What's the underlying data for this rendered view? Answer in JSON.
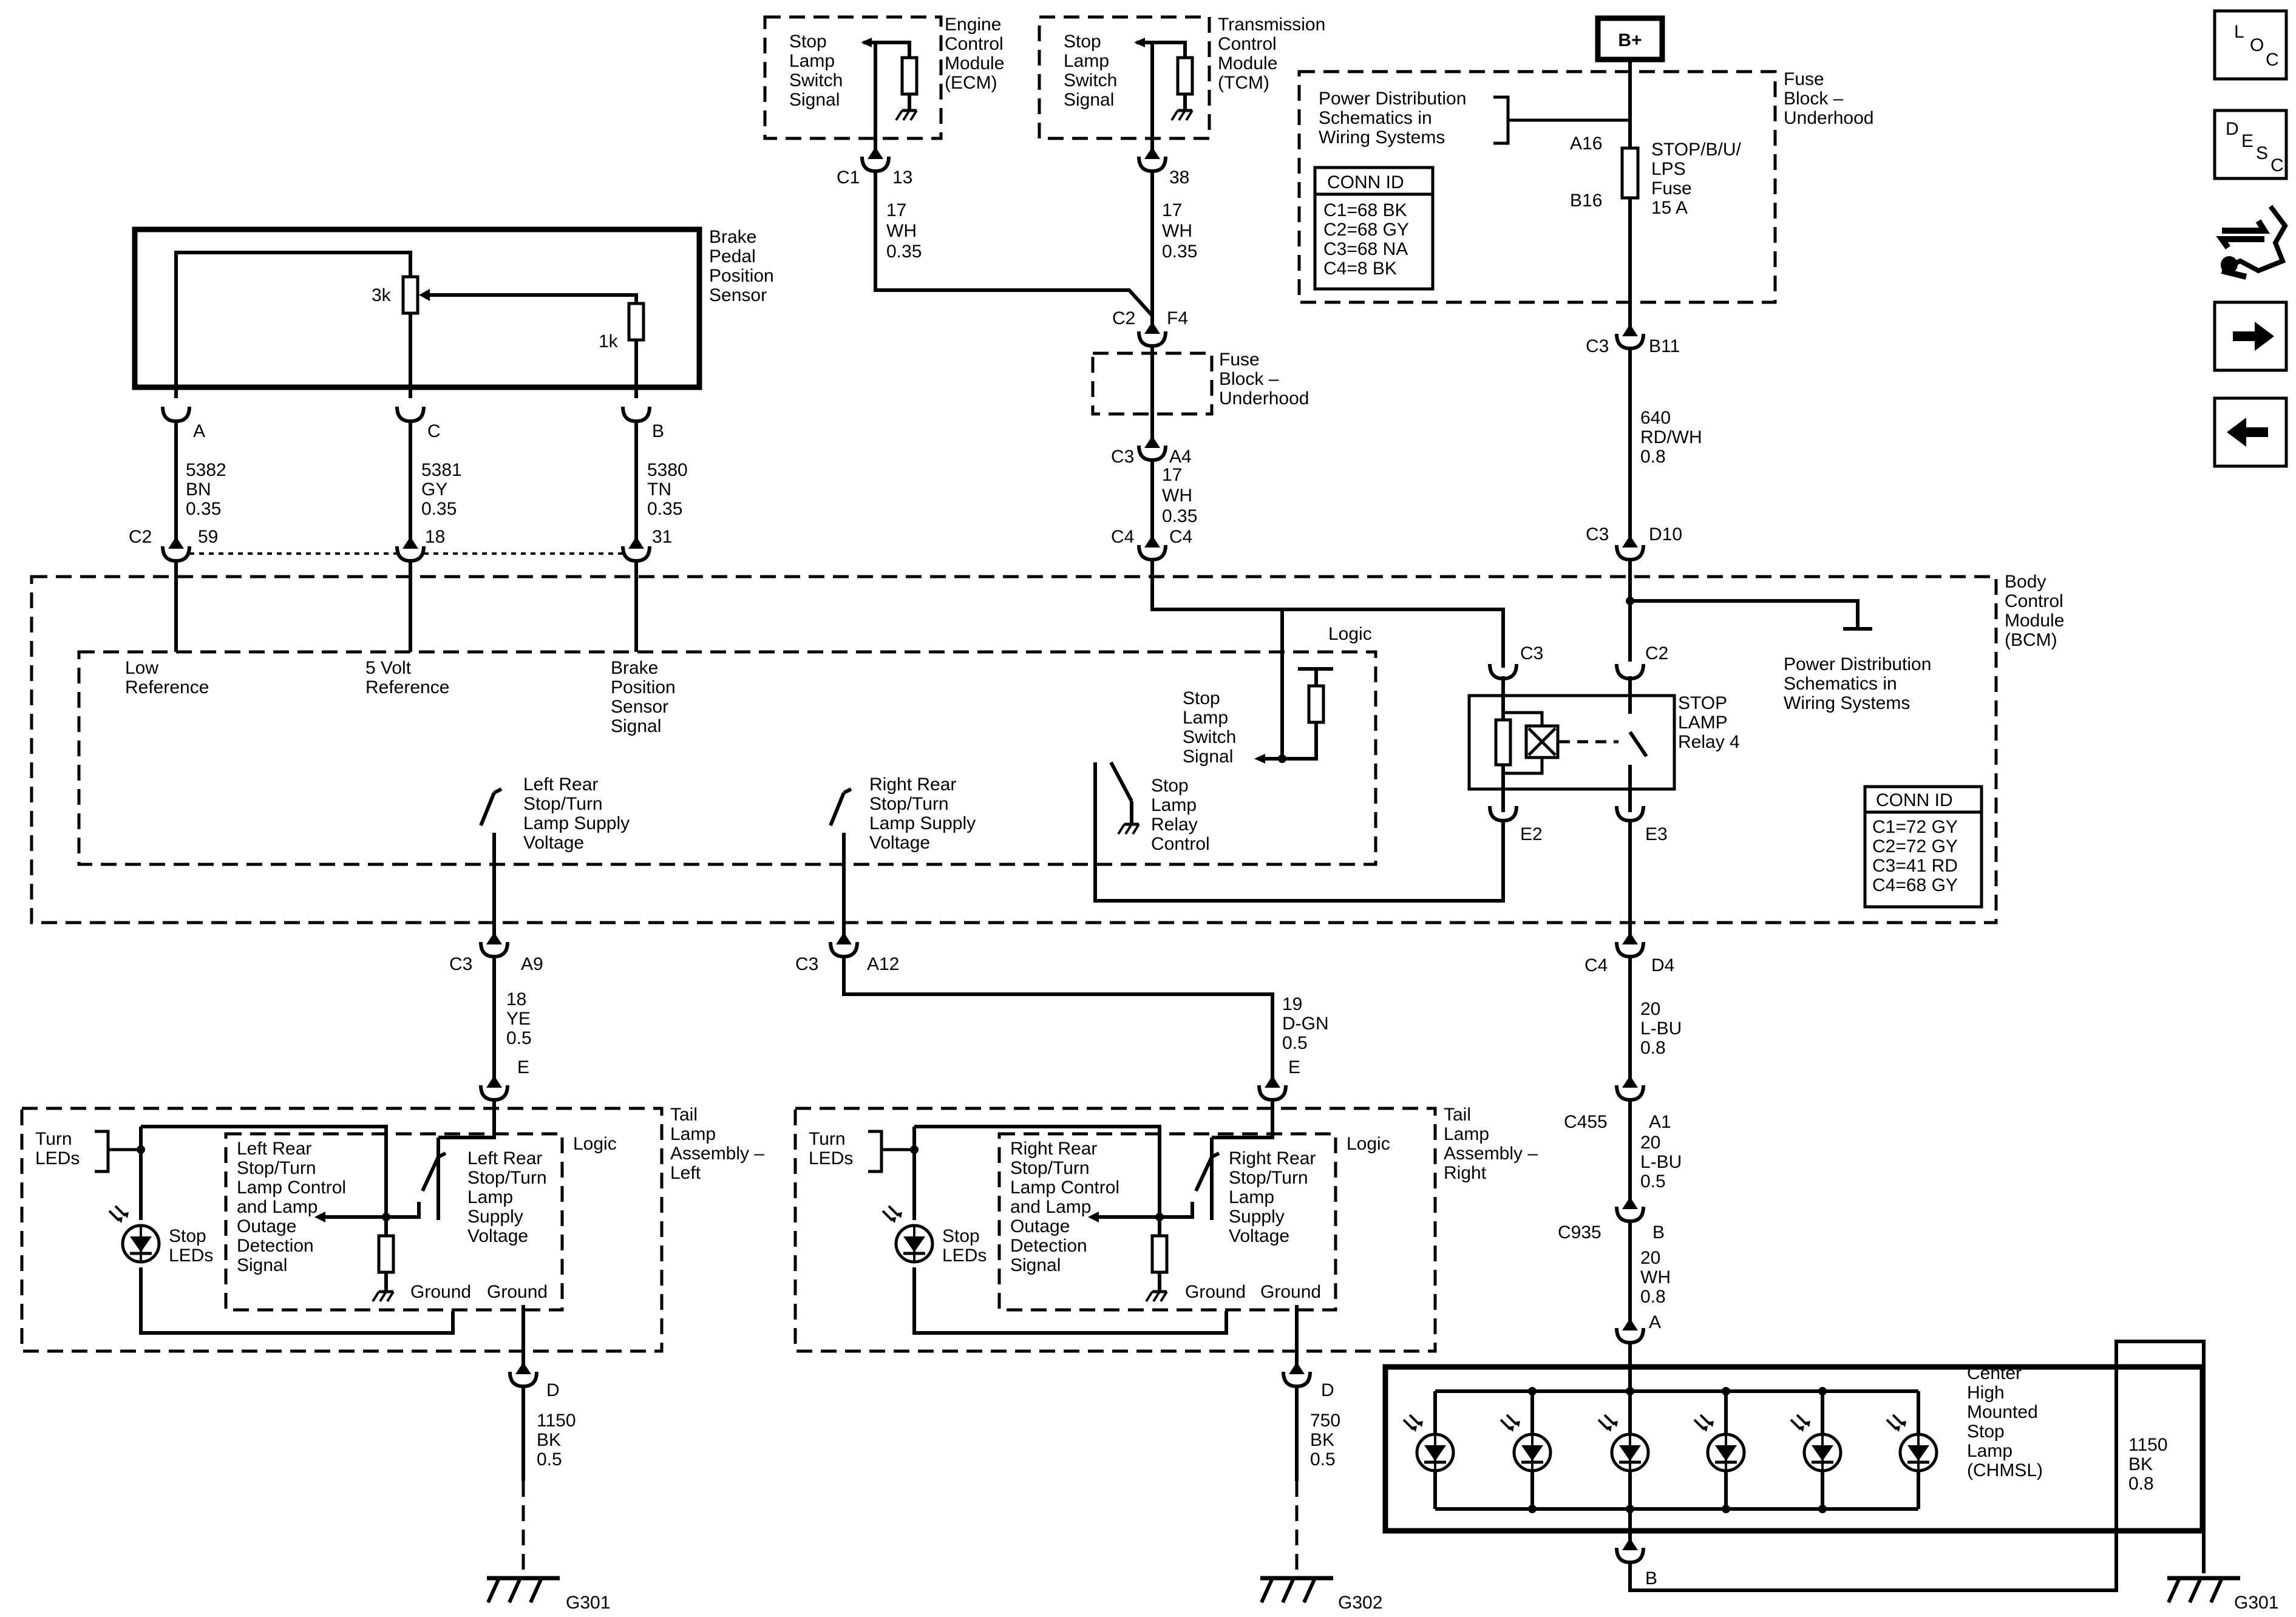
{
  "battery": "B+",
  "modules": {
    "ecm": {
      "signal": [
        "Stop",
        "Lamp",
        "Switch",
        "Signal"
      ],
      "name": [
        "Engine",
        "Control",
        "Module",
        "(ECM)"
      ]
    },
    "tcm": {
      "signal": [
        "Stop",
        "Lamp",
        "Switch",
        "Signal"
      ],
      "name": [
        "Transmission",
        "Control",
        "Module",
        "(TCM)"
      ]
    },
    "fuse_block_top": {
      "name": [
        "Fuse",
        "Block –",
        "Underhood"
      ],
      "power_dist": [
        "Power Distribution",
        "Schematics in",
        "Wiring Systems"
      ],
      "conn_title": "CONN ID",
      "conn_rows": [
        "C1=68 BK",
        "C2=68 GY",
        "C3=68 NA",
        "C4=8 BK"
      ],
      "fuse": [
        "STOP/B/U/",
        "LPS",
        "Fuse",
        "15 A"
      ],
      "pin_in": "A16",
      "pin_out": "B16"
    },
    "fuse_block_mid": {
      "name": [
        "Fuse",
        "Block –",
        "Underhood"
      ]
    },
    "bpp_sensor": {
      "name": [
        "Brake",
        "Pedal",
        "Position",
        "Sensor"
      ],
      "r1": "3k",
      "r2": "1k"
    },
    "bcm": {
      "name": [
        "Body",
        "Control",
        "Module",
        "(BCM)"
      ],
      "logic": "Logic",
      "low_ref": [
        "Low",
        "Reference"
      ],
      "five_v": [
        "5 Volt",
        "Reference"
      ],
      "bpp_sig": [
        "Brake",
        "Position",
        "Sensor",
        "Signal"
      ],
      "sls_sig": [
        "Stop",
        "Lamp",
        "Switch",
        "Signal"
      ],
      "relay_ctrl": [
        "Stop",
        "Lamp",
        "Relay",
        "Control"
      ],
      "lr_supply": [
        "Left Rear",
        "Stop/Turn",
        "Lamp Supply",
        "Voltage"
      ],
      "rr_supply": [
        "Right Rear",
        "Stop/Turn",
        "Lamp Supply",
        "Voltage"
      ],
      "relay": [
        "STOP",
        "LAMP",
        "Relay 4"
      ],
      "power_dist": [
        "Power Distribution",
        "Schematics in",
        "Wiring Systems"
      ],
      "conn_title": "CONN ID",
      "conn_rows": [
        "C1=72 GY",
        "C2=72 GY",
        "C3=41 RD",
        "C4=68 GY"
      ]
    },
    "tail_left": {
      "name": [
        "Tail",
        "Lamp",
        "Assembly –",
        "Left"
      ],
      "logic": "Logic",
      "turn": [
        "Turn",
        "LEDs"
      ],
      "stop": [
        "Stop",
        "LEDs"
      ],
      "ctrl": [
        "Left Rear",
        "Stop/Turn",
        "Lamp Control",
        "and Lamp",
        "Outage",
        "Detection",
        "Signal"
      ],
      "supply": [
        "Left Rear",
        "Stop/Turn",
        "Lamp",
        "Supply",
        "Voltage"
      ],
      "ground1": "Ground",
      "ground2": "Ground"
    },
    "tail_right": {
      "name": [
        "Tail",
        "Lamp",
        "Assembly –",
        "Right"
      ],
      "logic": "Logic",
      "turn": [
        "Turn",
        "LEDs"
      ],
      "stop": [
        "Stop",
        "LEDs"
      ],
      "ctrl": [
        "Right Rear",
        "Stop/Turn",
        "Lamp Control",
        "and Lamp",
        "Outage",
        "Detection",
        "Signal"
      ],
      "supply": [
        "Right Rear",
        "Stop/Turn",
        "Lamp",
        "Supply",
        "Voltage"
      ],
      "ground1": "Ground",
      "ground2": "Ground"
    },
    "chmsl": {
      "name": [
        "Center",
        "High",
        "Mounted",
        "Stop",
        "Lamp",
        "(CHMSL)"
      ]
    }
  },
  "connectors": {
    "ecm": {
      "c": "C1",
      "p": "13"
    },
    "tcm": {
      "p": "38"
    },
    "f4": {
      "c": "C2",
      "p": "F4"
    },
    "a4": {
      "c": "C3",
      "p": "A4"
    },
    "c4c4": {
      "c": "C4",
      "p": "C4"
    },
    "b11": {
      "c": "C3",
      "p": "B11"
    },
    "d10": {
      "c": "C3",
      "p": "D10"
    },
    "bpp_a": "A",
    "bpp_c": "C",
    "bpp_b": "B",
    "bcm_c2": "C2",
    "bcm_59": "59",
    "bcm_18": "18",
    "bcm_31": "31",
    "relay_c3": "C3",
    "relay_c2": "C2",
    "relay_e2": "E2",
    "relay_e3": "E3",
    "a9": {
      "c": "C3",
      "p": "A9"
    },
    "a12": {
      "c": "C3",
      "p": "A12"
    },
    "d4": {
      "c": "C4",
      "p": "D4"
    },
    "tail_l_e": "E",
    "tail_r_e": "E",
    "c455": {
      "c": "C455",
      "p": "A1"
    },
    "c935": {
      "c": "C935",
      "p": "B"
    },
    "chmsl_a": "A",
    "chmsl_b": "B",
    "tail_l_d": "D",
    "tail_r_d": "D"
  },
  "wires": {
    "ecm": [
      "17",
      "WH",
      "0.35"
    ],
    "tcm": [
      "17",
      "WH",
      "0.35"
    ],
    "a4": [
      "17",
      "WH",
      "0.35"
    ],
    "fuse_out": [
      "640",
      "RD/WH",
      "0.8"
    ],
    "bpp_low": [
      "5382",
      "BN",
      "0.35"
    ],
    "bpp_5v": [
      "5381",
      "GY",
      "0.35"
    ],
    "bpp_sig": [
      "5380",
      "TN",
      "0.35"
    ],
    "lr_supply": [
      "18",
      "YE",
      "0.5"
    ],
    "rr_supply": [
      "19",
      "D-GN",
      "0.5"
    ],
    "chmsl_a": [
      "20",
      "L-BU",
      "0.8"
    ],
    "chmsl_b": [
      "20",
      "L-BU",
      "0.5"
    ],
    "chmsl_c": [
      "20",
      "WH",
      "0.8"
    ],
    "gnd_left": [
      "1150",
      "BK",
      "0.5"
    ],
    "gnd_right": [
      "750",
      "BK",
      "0.5"
    ],
    "gnd_chmsl": [
      "1150",
      "BK",
      "0.8"
    ]
  },
  "grounds": {
    "left": "G301",
    "right": "G302",
    "chmsl": "G301"
  },
  "side_buttons": {
    "loc": [
      "L",
      "O",
      "C"
    ],
    "desc": [
      "D",
      "E",
      "S",
      "C"
    ],
    "connector_icon": "connector-wrench-icon",
    "next_icon": "arrow-right-icon",
    "prev_icon": "arrow-left-icon"
  }
}
